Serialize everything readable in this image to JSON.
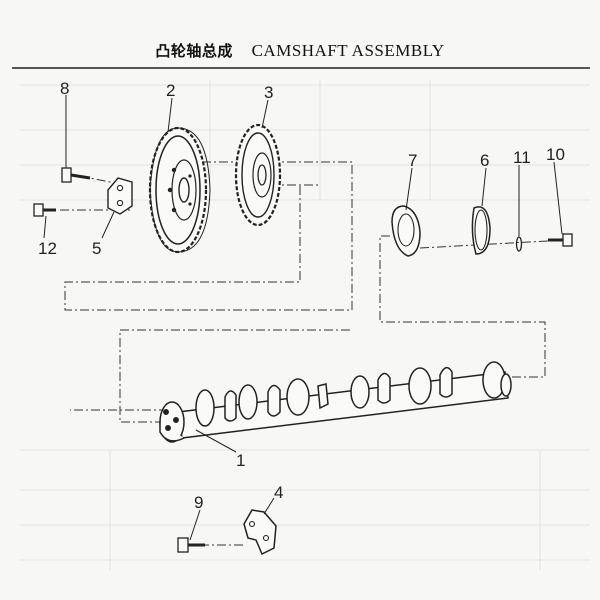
{
  "title": {
    "cn": "凸轮轴总成",
    "en": "CAMSHAFT ASSEMBLY"
  },
  "callouts": [
    {
      "id": "c1",
      "text": "1"
    },
    {
      "id": "c2",
      "text": "2"
    },
    {
      "id": "c3",
      "text": "3"
    },
    {
      "id": "c4",
      "text": "4"
    },
    {
      "id": "c5",
      "text": "5"
    },
    {
      "id": "c6",
      "text": "6"
    },
    {
      "id": "c7",
      "text": "7"
    },
    {
      "id": "c8",
      "text": "8"
    },
    {
      "id": "c9",
      "text": "9"
    },
    {
      "id": "c10",
      "text": "10"
    },
    {
      "id": "c11",
      "text": "11"
    },
    {
      "id": "c12",
      "text": "12"
    }
  ],
  "parts": {
    "camshaft": "camshaft",
    "gear_large": "timing-gear",
    "gear_small": "pump-gear",
    "thrust_plate": "thrust-plate",
    "bracket": "bracket",
    "cover": "end-cover",
    "gasket": "cover-gasket",
    "bolts": [
      "bolt-8",
      "bolt-9",
      "bolt-10",
      "bolt-12"
    ]
  },
  "colors": {
    "ink": "#222222",
    "paper": "#f7f7f5",
    "ghost": "#cfcfcb"
  }
}
